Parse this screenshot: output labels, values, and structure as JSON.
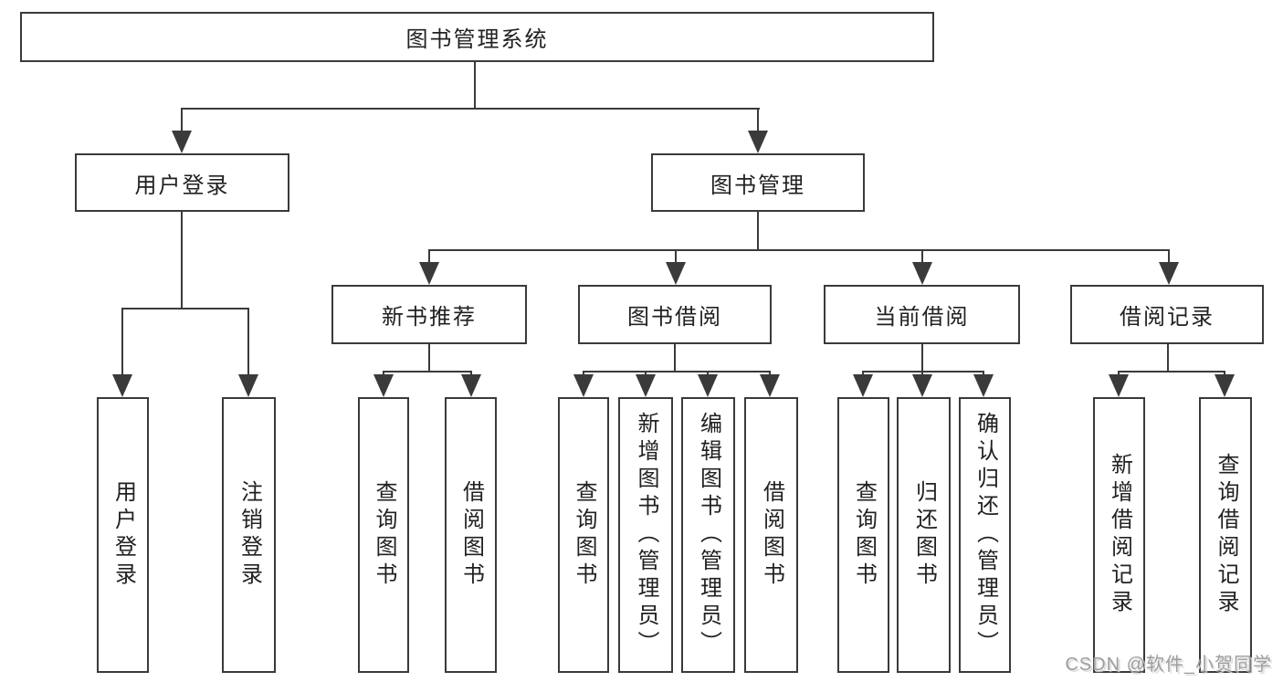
{
  "title": {
    "label": "图书管理系统"
  },
  "level2": [
    {
      "label": "用户登录"
    },
    {
      "label": "图书管理"
    }
  ],
  "level3": [
    {
      "label": "新书推荐"
    },
    {
      "label": "图书借阅"
    },
    {
      "label": "当前借阅"
    },
    {
      "label": "借阅记录"
    }
  ],
  "leaves": {
    "user_login": [
      {
        "label": "用户登录"
      },
      {
        "label": "注销登录"
      }
    ],
    "new_books": [
      {
        "label": "查询图书"
      },
      {
        "label": "借阅图书"
      }
    ],
    "book_borrow": [
      {
        "label": "查询图书"
      },
      {
        "label": "新增图书（管理员）"
      },
      {
        "label": "编辑图书（管理员）"
      },
      {
        "label": "借阅图书"
      }
    ],
    "current_borrow": [
      {
        "label": "查询图书"
      },
      {
        "label": "归还图书"
      },
      {
        "label": "确认归还（管理员）"
      }
    ],
    "borrow_records": [
      {
        "label": "新增借阅记录"
      },
      {
        "label": "查询借阅记录"
      }
    ]
  },
  "watermark": {
    "text": "CSDN @软件_小贺同学"
  },
  "colors": {
    "line": "#3a3a3a",
    "text": "#212121",
    "background": "#ffffff",
    "watermark": "#9e9e9e"
  }
}
